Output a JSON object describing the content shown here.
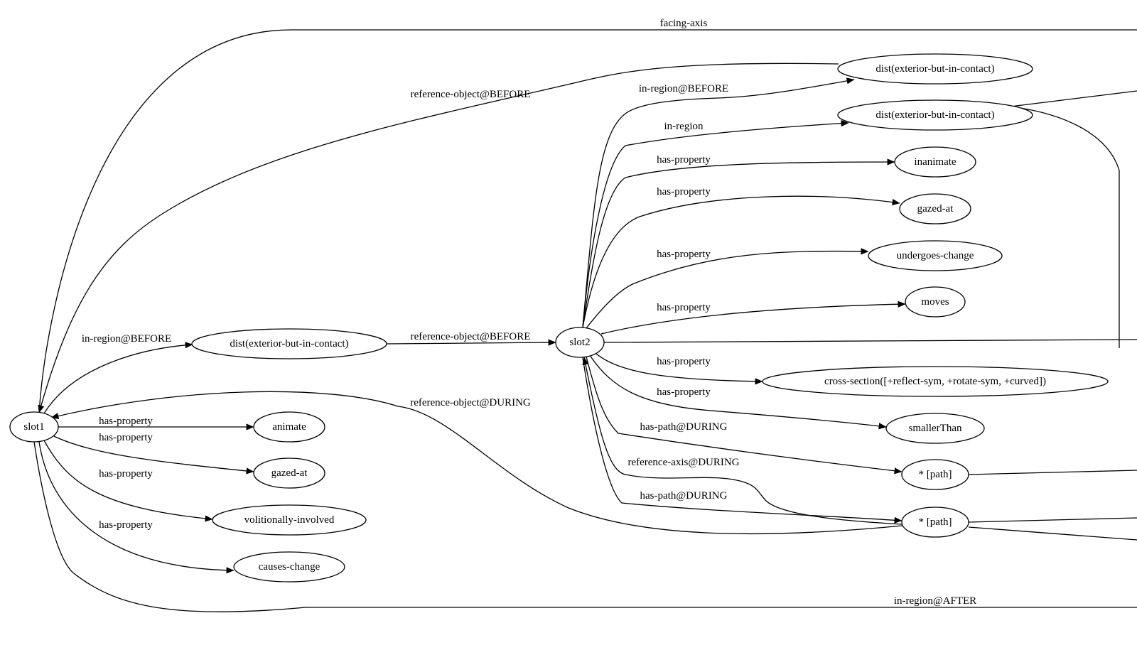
{
  "diagram": {
    "nodes": [
      {
        "id": "slot1",
        "label": "slot1"
      },
      {
        "id": "dist1",
        "label": "dist(exterior-but-in-contact)"
      },
      {
        "id": "slot2",
        "label": "slot2"
      },
      {
        "id": "animate",
        "label": "animate"
      },
      {
        "id": "gazed1",
        "label": "gazed-at"
      },
      {
        "id": "volitional",
        "label": "volitionally-involved"
      },
      {
        "id": "causes",
        "label": "causes-change"
      },
      {
        "id": "distTop",
        "label": "dist(exterior-but-in-contact)"
      },
      {
        "id": "dist2",
        "label": "dist(exterior-but-in-contact)"
      },
      {
        "id": "inanimate",
        "label": "inanimate"
      },
      {
        "id": "gazed2",
        "label": "gazed-at"
      },
      {
        "id": "undergoes",
        "label": "undergoes-change"
      },
      {
        "id": "moves",
        "label": "moves"
      },
      {
        "id": "crosssection",
        "label": "cross-section([+reflect-sym, +rotate-sym, +curved])"
      },
      {
        "id": "smaller",
        "label": "smallerThan"
      },
      {
        "id": "path1",
        "label": "* [path]"
      },
      {
        "id": "path2",
        "label": "* [path]"
      }
    ],
    "edges": [
      {
        "id": "e-facing",
        "from": "slot1",
        "to": "offpage",
        "label": "facing-axis"
      },
      {
        "id": "e-refbefore-top",
        "from": "distTop",
        "to": "slot1",
        "label": "reference-object@BEFORE"
      },
      {
        "id": "e-inregbefore-1",
        "from": "slot1",
        "to": "dist1",
        "label": "in-region@BEFORE"
      },
      {
        "id": "e-refbefore-mid",
        "from": "dist1",
        "to": "slot2",
        "label": "reference-object@BEFORE"
      },
      {
        "id": "e-refduring",
        "from": "path2",
        "to": "slot1",
        "label": "reference-object@DURING"
      },
      {
        "id": "e-s1-animate",
        "from": "slot1",
        "to": "animate",
        "label": "has-property"
      },
      {
        "id": "e-s1-gazed",
        "from": "slot1",
        "to": "gazed1",
        "label": "has-property"
      },
      {
        "id": "e-s1-volitional",
        "from": "slot1",
        "to": "volitional",
        "label": "has-property"
      },
      {
        "id": "e-s1-causes",
        "from": "slot1",
        "to": "causes",
        "label": "has-property"
      },
      {
        "id": "e-inregafter",
        "from": "slot1",
        "to": "offpage",
        "label": "in-region@AFTER"
      },
      {
        "id": "e-s2-disttop",
        "from": "slot2",
        "to": "distTop",
        "label": "in-region@BEFORE"
      },
      {
        "id": "e-s2-dist2",
        "from": "slot2",
        "to": "dist2",
        "label": "in-region"
      },
      {
        "id": "e-s2-inanimate",
        "from": "slot2",
        "to": "inanimate",
        "label": "has-property"
      },
      {
        "id": "e-s2-gazed",
        "from": "slot2",
        "to": "gazed2",
        "label": "has-property"
      },
      {
        "id": "e-s2-undergoes",
        "from": "slot2",
        "to": "undergoes",
        "label": "has-property"
      },
      {
        "id": "e-s2-moves",
        "from": "slot2",
        "to": "moves",
        "label": "has-property"
      },
      {
        "id": "e-s2-cross",
        "from": "slot2",
        "to": "crosssection",
        "label": "has-property"
      },
      {
        "id": "e-s2-smaller",
        "from": "slot2",
        "to": "smaller",
        "label": "has-property"
      },
      {
        "id": "e-s2-path1",
        "from": "slot2",
        "to": "path1",
        "label": "has-path@DURING"
      },
      {
        "id": "e-refaxis",
        "from": "path2",
        "to": "slot2",
        "label": "reference-axis@DURING"
      },
      {
        "id": "e-s2-path2",
        "from": "slot2",
        "to": "path2",
        "label": "has-path@DURING"
      },
      {
        "id": "e-s2-offpage",
        "from": "slot2",
        "to": "offpage",
        "label": ""
      },
      {
        "id": "e-dist2-offpage",
        "from": "dist2",
        "to": "offpage",
        "label": ""
      },
      {
        "id": "e-path1-offpage",
        "from": "path1",
        "to": "offpage",
        "label": ""
      },
      {
        "id": "e-path2-offpage-a",
        "from": "path2",
        "to": "offpage",
        "label": ""
      },
      {
        "id": "e-path2-offpage-b",
        "from": "path2",
        "to": "offpage",
        "label": ""
      }
    ]
  }
}
